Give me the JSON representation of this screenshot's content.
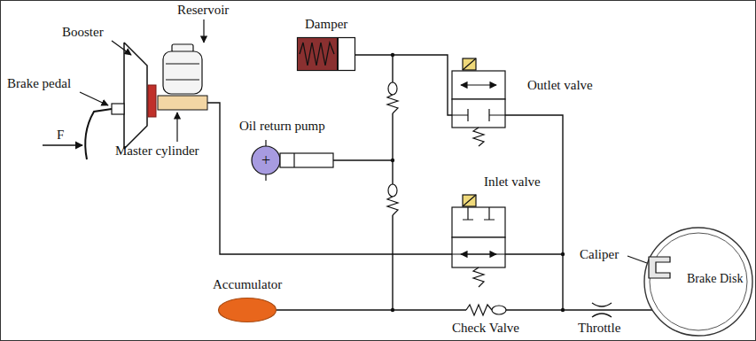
{
  "diagram": {
    "nodes": [
      {
        "text": [
          "Damper"
        ]
      },
      {
        "text": [
          "Accumulator"
        ]
      },
      {
        "text": [
          "Brake Disk"
        ]
      }
    ],
    "edges": [
      {
        "from": 1,
        "to": 2,
        "arrow": "none"
      }
    ],
    "labels": [
      "Reservoir",
      "Booster",
      "Brake pedal",
      "F",
      "Master cylinder",
      "Oil return pump",
      "+",
      "Outlet valve",
      "Inlet valve",
      "Caliper",
      "Check Valve",
      "Throttle"
    ]
  }
}
